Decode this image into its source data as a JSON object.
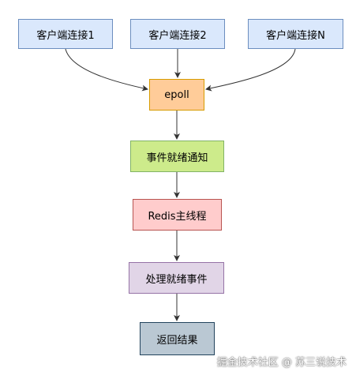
{
  "nodes": {
    "client1": "客户端连接1",
    "client2": "客户端连接2",
    "clientN": "客户端连接N",
    "epoll": "epoll",
    "notify": "事件就绪通知",
    "redis": "Redis主线程",
    "process": "处理就绪事件",
    "result": "返回结果"
  },
  "watermark": "掘金技术社区 @ 苏三说技术",
  "colors": {
    "client_fill": "#dae8fc",
    "client_stroke": "#6c8ebf",
    "epoll_fill": "#ffcc99",
    "epoll_stroke": "#d79b00",
    "notify_fill": "#cdeb8b",
    "notify_stroke": "#82b366",
    "redis_fill": "#ffcccc",
    "redis_stroke": "#b85450",
    "process_fill": "#e1d5e7",
    "process_stroke": "#9673a6",
    "result_fill": "#bac8d3",
    "result_stroke": "#23445d",
    "edge": "#333333"
  },
  "edges": [
    {
      "from": "client1",
      "to": "epoll"
    },
    {
      "from": "client2",
      "to": "epoll"
    },
    {
      "from": "clientN",
      "to": "epoll"
    },
    {
      "from": "epoll",
      "to": "notify"
    },
    {
      "from": "notify",
      "to": "redis"
    },
    {
      "from": "redis",
      "to": "process"
    },
    {
      "from": "process",
      "to": "result"
    }
  ]
}
